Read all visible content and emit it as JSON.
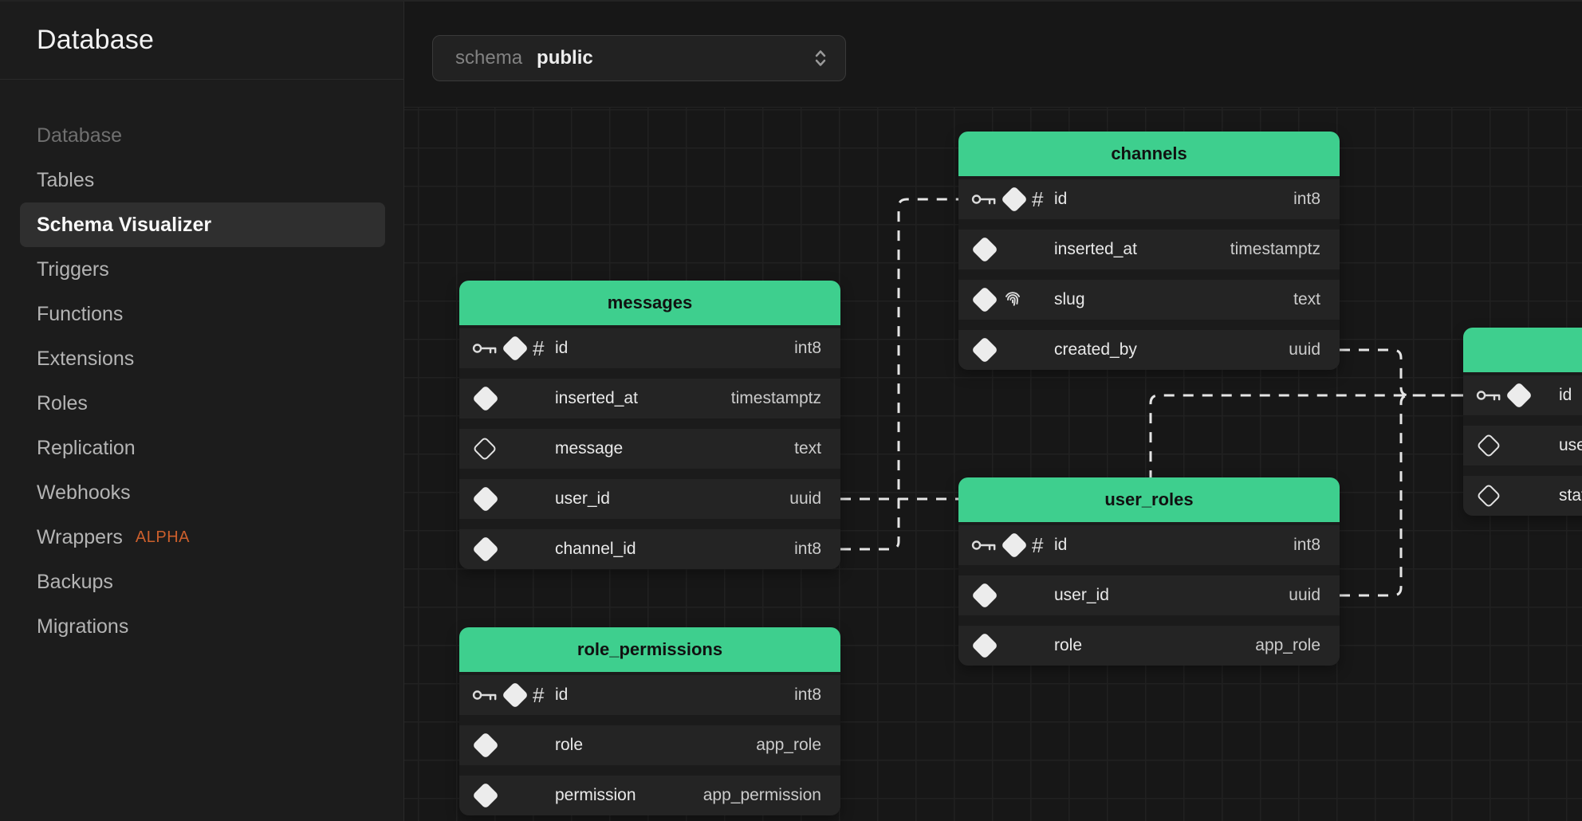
{
  "sidebar": {
    "title": "Database",
    "items": [
      {
        "label": "Database",
        "muted": true
      },
      {
        "label": "Tables"
      },
      {
        "label": "Schema Visualizer",
        "active": true
      },
      {
        "label": "Triggers"
      },
      {
        "label": "Functions"
      },
      {
        "label": "Extensions"
      },
      {
        "label": "Roles"
      },
      {
        "label": "Replication"
      },
      {
        "label": "Webhooks"
      },
      {
        "label": "Wrappers",
        "badge": "ALPHA"
      },
      {
        "label": "Backups"
      },
      {
        "label": "Migrations"
      }
    ]
  },
  "toolbar": {
    "schema_label": "schema",
    "schema_value": "public"
  },
  "canvas": {
    "tables": [
      {
        "title": "messages",
        "columns": [
          {
            "name": "id",
            "type": "int8",
            "icons": [
              "primary-key",
              "diamond-filled",
              "hash"
            ]
          },
          {
            "name": "inserted_at",
            "type": "timestamptz",
            "icons": [
              "diamond-filled"
            ]
          },
          {
            "name": "message",
            "type": "text",
            "icons": [
              "diamond-outline"
            ]
          },
          {
            "name": "user_id",
            "type": "uuid",
            "icons": [
              "diamond-filled"
            ]
          },
          {
            "name": "channel_id",
            "type": "int8",
            "icons": [
              "diamond-filled"
            ]
          }
        ]
      },
      {
        "title": "channels",
        "columns": [
          {
            "name": "id",
            "type": "int8",
            "icons": [
              "primary-key",
              "diamond-filled",
              "hash"
            ]
          },
          {
            "name": "inserted_at",
            "type": "timestamptz",
            "icons": [
              "diamond-filled"
            ]
          },
          {
            "name": "slug",
            "type": "text",
            "icons": [
              "diamond-filled",
              "fingerprint"
            ]
          },
          {
            "name": "created_by",
            "type": "uuid",
            "icons": [
              "diamond-filled"
            ]
          }
        ]
      },
      {
        "title": "user_roles",
        "columns": [
          {
            "name": "id",
            "type": "int8",
            "icons": [
              "primary-key",
              "diamond-filled",
              "hash"
            ]
          },
          {
            "name": "user_id",
            "type": "uuid",
            "icons": [
              "diamond-filled"
            ]
          },
          {
            "name": "role",
            "type": "app_role",
            "icons": [
              "diamond-filled"
            ]
          }
        ]
      },
      {
        "title": "role_permissions",
        "columns": [
          {
            "name": "id",
            "type": "int8",
            "icons": [
              "primary-key",
              "diamond-filled",
              "hash"
            ]
          },
          {
            "name": "role",
            "type": "app_role",
            "icons": [
              "diamond-filled"
            ]
          },
          {
            "name": "permission",
            "type": "app_permission",
            "icons": [
              "diamond-filled"
            ]
          }
        ]
      },
      {
        "title": "",
        "columns": [
          {
            "name": "id",
            "type": "",
            "icons": [
              "primary-key",
              "diamond-filled"
            ]
          },
          {
            "name": "username",
            "type": "",
            "icons": [
              "diamond-outline"
            ]
          },
          {
            "name": "status",
            "type": "",
            "icons": [
              "diamond-outline"
            ]
          }
        ]
      }
    ],
    "relationships": [
      {
        "from": "messages.channel_id",
        "to": "channels.id"
      },
      {
        "from": "messages.user_id",
        "to": "partial_table.id"
      },
      {
        "from": "channels.created_by",
        "to": "partial_table.id"
      },
      {
        "from": "user_roles.user_id",
        "to": "partial_table.id"
      }
    ]
  },
  "colors": {
    "brand_green": "#3ecf8e",
    "alpha_badge": "#cc5f2c"
  }
}
